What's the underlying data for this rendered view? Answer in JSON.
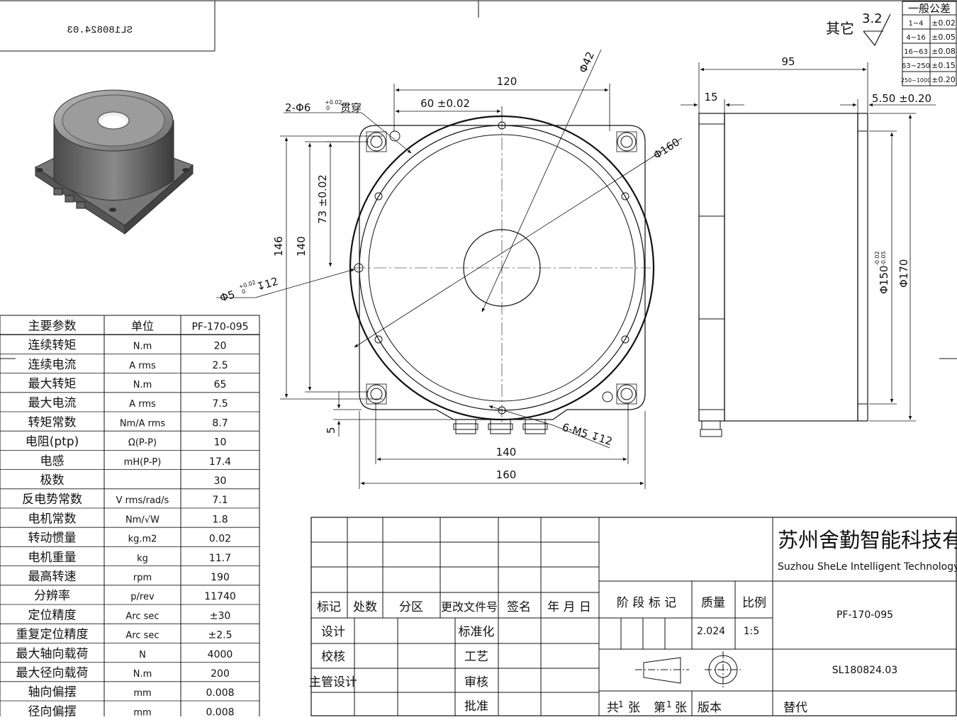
{
  "corner_stamp": {
    "drawing_no_mirrored": "SL180824.03"
  },
  "surface_finish": {
    "label": "其它",
    "value": "3.2"
  },
  "tolerance_table": {
    "title": "一般公差",
    "rows": [
      {
        "range": "1~4",
        "tol": "±0.02"
      },
      {
        "range": "4~16",
        "tol": "±0.05"
      },
      {
        "range": "16~63",
        "tol": "±0.08"
      },
      {
        "range": "63~250",
        "tol": "±0.15"
      },
      {
        "range": "250~1000",
        "tol": "±0.20"
      }
    ]
  },
  "dimensions": {
    "d120": "120",
    "d60": "60 ±0.02",
    "holes2": "2-Φ6",
    "holes2_tol_up": "+0.02",
    "holes2_tol_dn": "0",
    "holes2_through": "贯穿",
    "dia42": "Φ42",
    "dia160": "Φ160",
    "d73": "73 ±0.02",
    "d146": "146",
    "d140v": "140",
    "hole5": "Φ5",
    "hole5_tol_up": "+0.02",
    "hole5_tol_dn": "0",
    "hole5_depth": "12",
    "d5": "5",
    "m5": "6-M5",
    "m5_depth": "12",
    "d140h": "140",
    "d160h": "160",
    "d95": "95",
    "d15": "15",
    "d550": "5.50 ±0.20",
    "dia150": "Φ150",
    "dia150_tol_up": "-0.02",
    "dia150_tol_dn": "-0.05",
    "dia170": "Φ170"
  },
  "params_table": {
    "header": [
      "主要参数",
      "单位",
      "PF-170-095"
    ],
    "rows": [
      [
        "连续转矩",
        "N.m",
        "20"
      ],
      [
        "连续电流",
        "A rms",
        "2.5"
      ],
      [
        "最大转矩",
        "N.m",
        "65"
      ],
      [
        "最大电流",
        "A rms",
        "7.5"
      ],
      [
        "转矩常数",
        "Nm/A rms",
        "8.7"
      ],
      [
        "电阻(ptp)",
        "Ω(P-P)",
        "10"
      ],
      [
        "电感",
        "mH(P-P)",
        "17.4"
      ],
      [
        "极数",
        "",
        "30"
      ],
      [
        "反电势常数",
        "V rms/rad/s",
        "7.1"
      ],
      [
        "电机常数",
        "Nm/√W",
        "1.8"
      ],
      [
        "转动惯量",
        "kg.m2",
        "0.02"
      ],
      [
        "电机重量",
        "kg",
        "11.7"
      ],
      [
        "最高转速",
        "rpm",
        "190"
      ],
      [
        "分辨率",
        "p/rev",
        "11740"
      ],
      [
        "定位精度",
        "Arc sec",
        "±30"
      ],
      [
        "重复定位精度",
        "Arc sec",
        "±2.5"
      ],
      [
        "最大轴向载荷",
        "N",
        "4000"
      ],
      [
        "最大径向载荷",
        "N.m",
        "200"
      ],
      [
        "轴向偏摆",
        "mm",
        "0.008"
      ],
      [
        "径向偏摆",
        "mm",
        "0.008"
      ]
    ]
  },
  "title_block": {
    "company_cn": "苏州舍勤智能科技有限公司",
    "company_en": "Suzhou SheLe Intelligent Technology Co., Ltd.",
    "rev_headers": [
      "标记",
      "处数",
      "分区",
      "更改文件号",
      "签名",
      "年 月 日"
    ],
    "sign_left": [
      "设计",
      "校核",
      "主管设计"
    ],
    "sign_mid": [
      "标准化",
      "工艺",
      "审核",
      "批准"
    ],
    "stage_label": "阶 段 标 记",
    "mass_label": "质量",
    "scale_label": "比例",
    "mass": "2.024",
    "scale": "1:5",
    "part_name": "PF-170-095",
    "drawing_no": "SL180824.03",
    "sheets_total_prefix": "共",
    "sheets_total": "1",
    "sheets_unit": "张",
    "sheet_no_prefix": "第",
    "sheet_no": "1",
    "sheet_unit2": "张",
    "version_label": "版本",
    "replace_label": "替代"
  }
}
